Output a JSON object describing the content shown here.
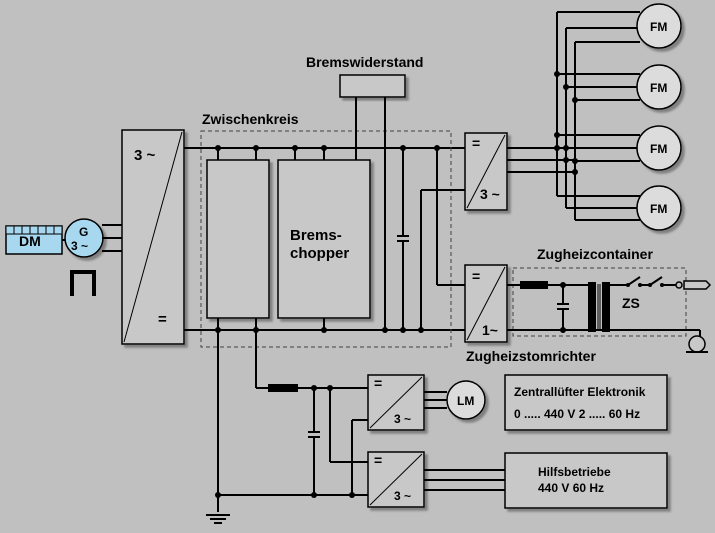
{
  "labels": {
    "bremswiderstand": "Bremswiderstand",
    "zwischenkreis": "Zwischenkreis",
    "brems_line1": "Brems-",
    "brems_line2": "chopper",
    "zugheizcontainer": "Zugheizcontainer",
    "zugheizstromrichter": "Zugheizstomrichter",
    "zs": "ZS",
    "dm": "DM",
    "g": "G",
    "g_phase": "3 ~",
    "rect_3": "3 ~",
    "rect_dc": "=",
    "inv_top_eq": "=",
    "inv_top_3": "3 ~",
    "inv_mid_eq": "=",
    "inv_mid_1": "1~",
    "inv_lm_eq": "=",
    "inv_lm_3": "3 ~",
    "inv_hb_eq": "=",
    "inv_hb_3": "3 ~",
    "fm": "FM",
    "lm": "LM",
    "zentral_line1": "Zentrallüfter Elektronik",
    "zentral_line2": "0 ..... 440 V  2 ..... 60 Hz",
    "hilfs_line1": "Hilfsbetriebe",
    "hilfs_line2": "440 V  60 Hz"
  },
  "colors": {
    "background": "#c0c0c0",
    "box_fill": "#c8c8c8",
    "motor_fill": "#dcdcdc",
    "generator_fill": "#a8d8f0",
    "dm_fill": "#a8d8f0",
    "line": "#000000"
  }
}
